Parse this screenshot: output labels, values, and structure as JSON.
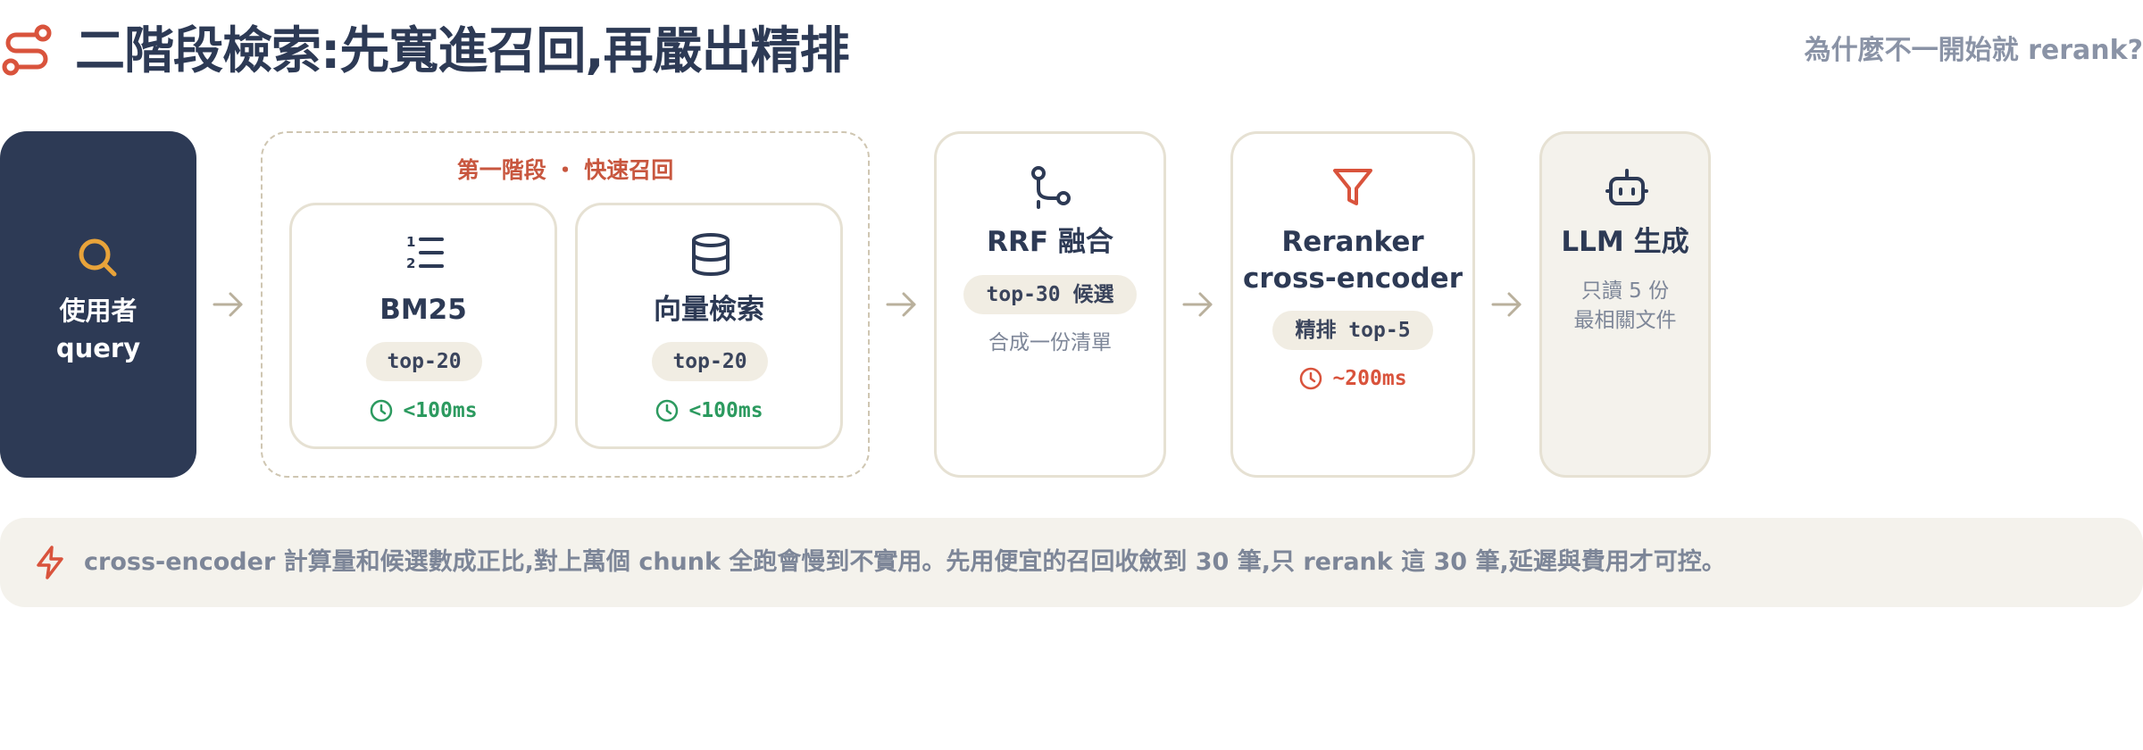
{
  "header": {
    "icon": "route-icon",
    "title": "二階段檢索:先寬進召回,再嚴出精排",
    "subtitle": "為什麼不一開始就 rerank?"
  },
  "query_card": {
    "icon": "search-icon",
    "label_line1": "使用者",
    "label_line2": "query"
  },
  "stage_one": {
    "title": "第一階段 ・ 快速召回",
    "bm25": {
      "icon": "numbered-list-icon",
      "title": "BM25",
      "badge": "top-20",
      "latency": "<100ms"
    },
    "vector": {
      "icon": "database-icon",
      "title": "向量檢索",
      "badge": "top-20",
      "latency": "<100ms"
    }
  },
  "rrf": {
    "icon": "merge-icon",
    "title": "RRF 融合",
    "badge": "top-30 候選",
    "note": "合成一份清單"
  },
  "reranker": {
    "icon": "filter-icon",
    "title_line1": "Reranker",
    "title_line2": "cross-encoder",
    "badge": "精排 top-5",
    "latency": "~200ms"
  },
  "llm": {
    "icon": "robot-icon",
    "title": "LLM 生成",
    "note_line1": "只讀 5 份",
    "note_line2": "最相關文件"
  },
  "note": {
    "icon": "lightning-icon",
    "text": "cross-encoder 計算量和候選數成正比,對上萬個 chunk 全跑會慢到不實用。先用便宜的召回收斂到 30 筆,只 rerank 這 30 筆,延遲與費用才可控。"
  },
  "colors": {
    "navy": "#2d3a55",
    "accent_red": "#d9533c",
    "accent_orange": "#e8a33a",
    "latency_green": "#2c9a5f",
    "muted_text": "#7d8698",
    "border": "#e6e1d3",
    "badge_bg": "#f1ede3"
  }
}
